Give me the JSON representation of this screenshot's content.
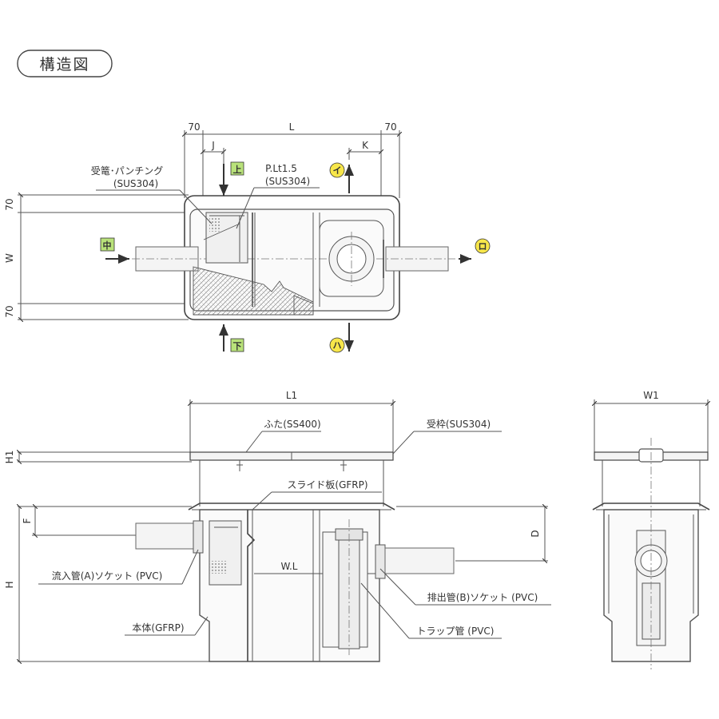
{
  "title": "構造図",
  "colors": {
    "green_marker": "#b9e27a",
    "yellow_marker": "#f7e64a",
    "line": "#555555"
  },
  "top_view": {
    "dims": {
      "margin_left": "70",
      "length": "L",
      "margin_right": "70",
      "j": "J",
      "k": "K",
      "width": "W",
      "margin_top": "70",
      "margin_bottom": "70"
    },
    "labels": {
      "basket_line1": "受篭･パンチング",
      "basket_line2": "(SUS304)",
      "plate_line1": "P.Lt1.5",
      "plate_line2": "(SUS304)"
    },
    "markers": {
      "up": "上",
      "down": "下",
      "inlet": "中",
      "i": "イ",
      "ro": "ロ",
      "ha": "ハ"
    }
  },
  "side_view": {
    "dims": {
      "l1": "L1",
      "h1": "H1",
      "f": "F",
      "h": "H",
      "d": "D",
      "wl": "W.L"
    },
    "labels": {
      "lid": "ふた(SS400)",
      "frame": "受枠(SUS304)",
      "slide": "スライド板(GFRP)",
      "inlet": "流入管(A)ソケット (PVC)",
      "outlet": "排出管(B)ソケット (PVC)",
      "trap": "トラップ管 (PVC)",
      "body": "本体(GFRP)"
    }
  },
  "end_view": {
    "dims": {
      "w1": "W1"
    }
  }
}
